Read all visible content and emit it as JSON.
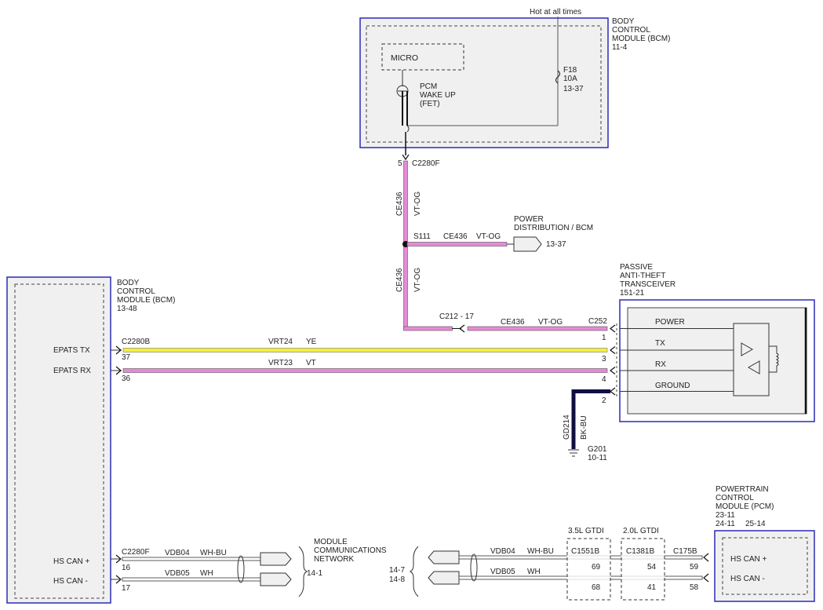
{
  "colors": {
    "module_border": "#2b2bb5",
    "vt_og_wire": "#e68ad7",
    "ye_wire": "#f3f03b",
    "bk_bu_wire": "#101040",
    "vt_wire": "#e68ad7",
    "module_fill": "#f0f0f0"
  },
  "bcm_top": {
    "title": [
      "BODY",
      "CONTROL",
      "MODULE (BCM)",
      "11-4"
    ],
    "hot_label": "Hot at all times",
    "micro_label": "MICRO",
    "fet_label": [
      "PCM",
      "WAKE UP",
      "(FET)"
    ],
    "fuse_label": [
      "F18",
      "10A",
      "13-37"
    ]
  },
  "vertical_wire": {
    "connector_pin": "5",
    "connector_id": "C2280F",
    "circuit_upper": "CE436",
    "color_upper": "VT-OG",
    "circuit_lower": "CE436",
    "color_lower": "VT-OG",
    "splice": "S111"
  },
  "power_branch": {
    "circuit": "CE436",
    "color": "VT-OG",
    "dest": [
      "POWER",
      "DISTRIBUTION / BCM"
    ],
    "page": "13-37"
  },
  "bcm_left": {
    "title": [
      "BODY",
      "CONTROL",
      "MODULE (BCM)",
      "13-48"
    ],
    "pins": {
      "epats_tx": "EPATS TX",
      "epats_rx": "EPATS RX",
      "hs_can_plus": "HS CAN +",
      "hs_can_minus": "HS CAN -"
    }
  },
  "pats": {
    "title": [
      "PASSIVE",
      "ANTI-THEFT",
      "TRANSCEIVER",
      "151-21"
    ],
    "pins": [
      "POWER",
      "TX",
      "RX",
      "GROUND"
    ],
    "connector": "C252",
    "pin_nums": [
      "1",
      "3",
      "4",
      "2"
    ]
  },
  "wires": {
    "c212_label": "C212 - 17",
    "power_circuit": "CE436",
    "power_color": "VT-OG",
    "tx_conn": "C2280B",
    "tx_pin": "37",
    "tx_circuit": "VRT24",
    "tx_color": "YE",
    "rx_pin": "36",
    "rx_circuit": "VRT23",
    "rx_color": "VT"
  },
  "ground": {
    "circuit": "GD214",
    "color": "BK-BU",
    "id": "G201",
    "page": "10-11"
  },
  "can_left": {
    "conn": "C2280F",
    "pin_plus": "16",
    "pin_minus": "17",
    "circ_plus": "VDB04",
    "color_plus": "WH-BU",
    "circ_minus": "VDB05",
    "color_minus": "WH"
  },
  "network": {
    "label": [
      "MODULE",
      "COMMUNICATIONS",
      "NETWORK"
    ],
    "page_left": "14-1",
    "page_right_plus": "14-7",
    "page_right_minus": "14-8"
  },
  "can_right": {
    "circ_plus": "VDB04",
    "color_plus": "WH-BU",
    "circ_minus": "VDB05",
    "color_minus": "WH",
    "engine_a": "3.5L GTDI",
    "engine_b": "2.0L GTDI",
    "conn_a": "C1551B",
    "conn_b": "C1381B",
    "conn_c": "C175B",
    "a_plus": "69",
    "a_minus": "68",
    "b_plus": "54",
    "b_minus": "41",
    "c_plus": "59",
    "c_minus": "58"
  },
  "pcm": {
    "title": [
      "POWERTRAIN",
      "CONTROL",
      "MODULE (PCM)",
      "23-11"
    ],
    "pages": [
      "24-11",
      "25-14"
    ],
    "pins": [
      "HS CAN +",
      "HS CAN -"
    ]
  }
}
